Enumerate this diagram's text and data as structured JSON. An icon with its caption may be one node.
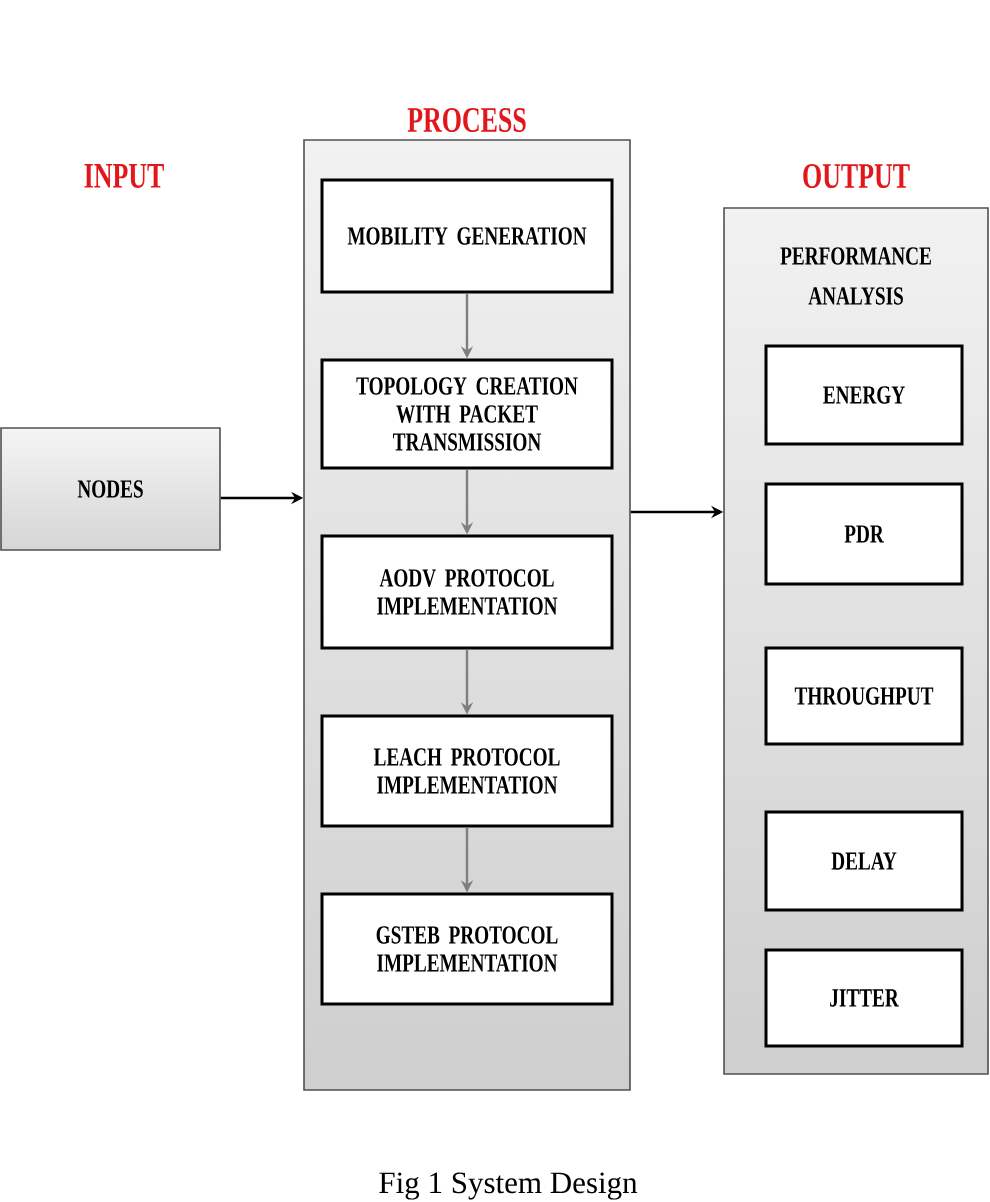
{
  "diagram": {
    "caption": "Fig 1 System Design",
    "nodes": [
      {
        "text": [
          "NODES"
        ]
      },
      {
        "text": [
          "PROCESS"
        ]
      },
      {
        "text": [
          "MOBILITY GENERATION"
        ],
        "in": 1
      },
      {
        "text": [
          "TOPOLOGY CREATION WITH PACKET TRANSMISSION"
        ],
        "in": 1
      },
      {
        "text": [
          "AODV PROTOCOL IMPLEMENTATION"
        ],
        "in": 1
      },
      {
        "text": [
          "LEACH PROTOCOL IMPLEMENTATION"
        ],
        "in": 1
      },
      {
        "text": [
          "GSTEB PROTOCOL IMPLEMENTATION"
        ],
        "in": 1
      },
      {
        "text": [
          "OUTPUT",
          "PERFORMANCE ANALYSIS"
        ]
      },
      {
        "text": [
          "ENERGY"
        ],
        "in": 7
      },
      {
        "text": [
          "PDR"
        ],
        "in": 7
      },
      {
        "text": [
          "THROUGHPUT"
        ],
        "in": 7
      },
      {
        "text": [
          "DELAY"
        ],
        "in": 7
      },
      {
        "text": [
          "JITTER"
        ],
        "in": 7
      }
    ],
    "edges": [
      {
        "from": 0,
        "to": 1,
        "arrow": "to",
        "color": "#000000"
      },
      {
        "from": 2,
        "to": 3,
        "arrow": "to"
      },
      {
        "from": 3,
        "to": 4,
        "arrow": "to"
      },
      {
        "from": 4,
        "to": 5,
        "arrow": "to"
      },
      {
        "from": 5,
        "to": 6,
        "arrow": "to"
      },
      {
        "from": 1,
        "to": 7,
        "arrow": "to",
        "color": "#000000"
      }
    ],
    "labels": [
      "INPUT"
    ]
  }
}
